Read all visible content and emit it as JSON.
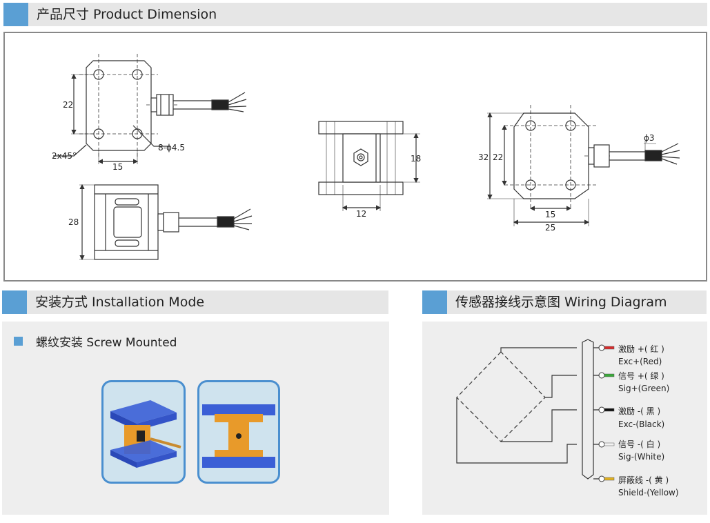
{
  "sections": {
    "product_dimension": {
      "title": "产品尺寸 Product Dimension"
    },
    "installation": {
      "title": "安装方式 Installation Mode",
      "item": "螺纹安装 Screw Mounted"
    },
    "wiring": {
      "title": "传感器接线示意图  Wiring Diagram"
    }
  },
  "dimensions": {
    "d22_left": "22",
    "chamfer": "2x45°",
    "holes": "8-ϕ4.5",
    "d15_top": "15",
    "d28": "28",
    "d18": "18",
    "d12": "12",
    "d32": "32",
    "d22_right": "22",
    "phi3": "ϕ3",
    "d15_right": "15",
    "d25": "25"
  },
  "wiring": {
    "wires": [
      {
        "cn": "激励 +( 红 )",
        "en": "Exc+(Red)",
        "color": "#d62c2c"
      },
      {
        "cn": "信号 +( 绿 )",
        "en": "Sig+(Green)",
        "color": "#3aa93a"
      },
      {
        "cn": "激励 -( 黑 )",
        "en": "Exc-(Black)",
        "color": "#111111"
      },
      {
        "cn": "信号 -( 白 )",
        "en": "Sig-(White)",
        "color": "#f2f2f2"
      },
      {
        "cn": "屏蔽线 -( 黄 )",
        "en": "Shield-(Yellow)",
        "color": "#e0b020"
      }
    ]
  },
  "colors": {
    "accent": "#5a9fd4",
    "header_bg": "#e6e6e6",
    "panel_bg": "#eeeeee",
    "photo_border": "#4a8fcf"
  }
}
